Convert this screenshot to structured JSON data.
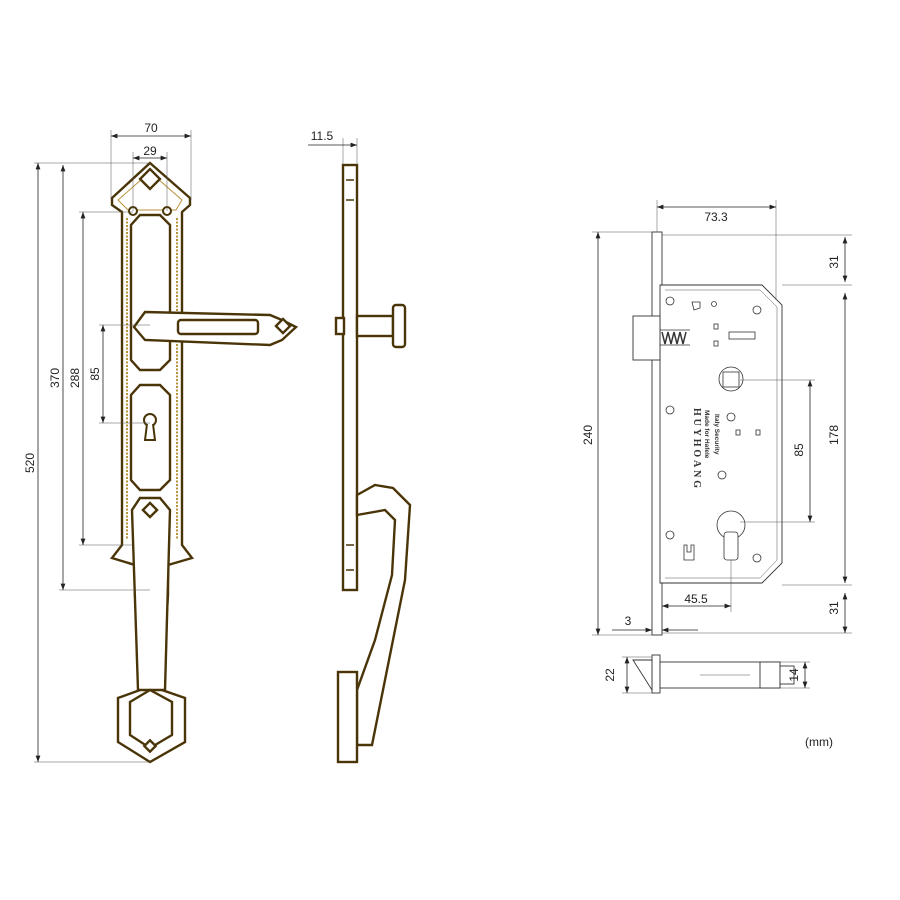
{
  "units": "(mm)",
  "handle_front": {
    "width_outer": "70",
    "width_inner": "29",
    "height_total": "520",
    "height_plate": "370",
    "screw_span": "288",
    "lever_to_key": "85"
  },
  "handle_side": {
    "thickness": "11.5"
  },
  "lock_body": {
    "width": "73.3",
    "height": "240",
    "top_offset": "31",
    "body_height": "178",
    "lever_to_key": "85",
    "bottom_offset": "31",
    "backset": "45.5",
    "faceplate": "3",
    "brand": "HUYHOANG",
    "text_line1": "Made for Hafele",
    "text_line2": "Italy Security"
  },
  "lock_bottom": {
    "faceplate_width": "22",
    "body_thickness": "14"
  },
  "colors": {
    "outline": "#4a3508",
    "gold": "#b8923a"
  }
}
